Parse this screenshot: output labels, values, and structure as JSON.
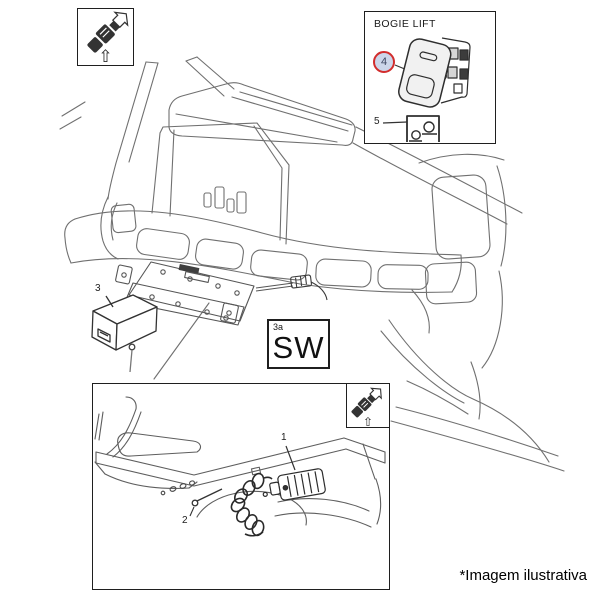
{
  "page": {
    "background": "#ffffff"
  },
  "orientation_box": {
    "arrow_glyph": "⇧"
  },
  "bogie_lift_box": {
    "title": "BOGIE LIFT",
    "switch_part": {
      "number": "4",
      "highlighted": true
    },
    "lamp_part": {
      "number": "5"
    }
  },
  "sw_box": {
    "ref": "3a",
    "code": "SW"
  },
  "main_diagram": {
    "module_part": {
      "number": "3"
    }
  },
  "detail_box": {
    "arrow_glyph": "⇧",
    "valve_part": {
      "number": "1"
    },
    "screw_part": {
      "number": "2"
    }
  },
  "footnote": {
    "text": "*Imagem ilustrativa"
  },
  "colors": {
    "line_gray": "#707070",
    "line_dark": "#2e2e2e",
    "box_border": "#1f1f1f",
    "highlight_ring_red": "#d22d2d",
    "highlight_fill_blue": "#ccd6ea",
    "highlight_number": "#3d4660"
  }
}
